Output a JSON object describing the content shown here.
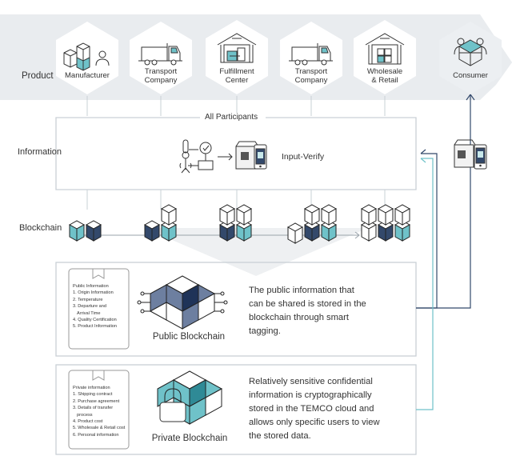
{
  "rows": {
    "product": "Product",
    "information": "Information",
    "blockchain": "Blockchain"
  },
  "participants": [
    {
      "name": "Manufacturer",
      "icon": "manufacturer-boxes-icon"
    },
    {
      "name": "Transport Company",
      "icon": "truck-icon"
    },
    {
      "name": "Fulfillment Center",
      "icon": "warehouse-icon"
    },
    {
      "name": "Transport Company",
      "icon": "truck-icon"
    },
    {
      "name": "Wholesale & Retail",
      "icon": "warehouse-shelves-icon"
    }
  ],
  "consumer": {
    "name": "Consumer",
    "icon": "consumer-boxes-icon"
  },
  "information_box": {
    "title": "All Participants",
    "action": "Input-Verify"
  },
  "public_section": {
    "list_title": "Public Information",
    "items": [
      "1. Origin Information",
      "2. Temperature",
      "3. Departure and",
      "   Arrival Time",
      "4. Quality Certification",
      "5. Product Information"
    ],
    "title": "Public Blockchain",
    "description": [
      "The public information that",
      "can be shared is stored in the",
      "blockchain through smart",
      "tagging."
    ]
  },
  "private_section": {
    "list_title": "Private information",
    "items": [
      "1. Shipping contract",
      "2. Purchase agreement",
      "3. Details of transfer",
      "   process",
      "4. Product cost",
      "5.  Wholesale & Retail cost",
      "6. Personal information"
    ],
    "title": "Private Blockchain",
    "description": [
      "Relatively sensitive confidential",
      "information is cryptographically",
      "stored in the TEMCO cloud and",
      "allows only specific users to view",
      "the stored data."
    ]
  },
  "colors": {
    "teal": "#6fc2c9",
    "navy": "#33496b",
    "band": "#e9ecef",
    "line": "#c9d0d6",
    "text": "#333333"
  }
}
